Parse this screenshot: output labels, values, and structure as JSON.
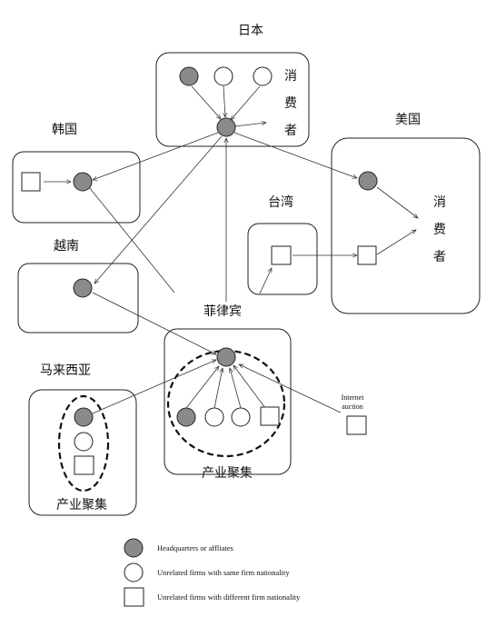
{
  "regions": {
    "japan": "日本",
    "korea": "韩国",
    "usa": "美国",
    "taiwan": "台湾",
    "vietnam": "越南",
    "philippines": "菲律宾",
    "malaysia": "马来西亚"
  },
  "consumer": [
    "消",
    "费",
    "者"
  ],
  "cluster_label": "产业聚集",
  "internet_auction": [
    "Internet",
    "auction"
  ],
  "legend": {
    "hq": "Headquarters or affliates",
    "same": "Unrelated firms with same firm nationality",
    "diff": "Unrelated firms with different firm nationality"
  }
}
